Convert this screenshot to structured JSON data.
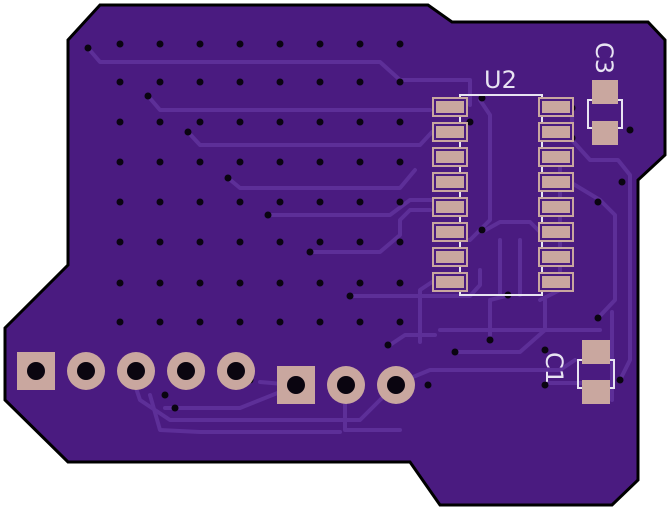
{
  "board": {
    "colors": {
      "substrate": "#4a1b80",
      "copper": "#5d2f98",
      "pad": "#c9a79f",
      "silk": "#e8e4f2",
      "drill": "#0a0510",
      "outline": "#000000"
    }
  },
  "components": {
    "u2": {
      "label": "U2"
    },
    "c3": {
      "label": "C3"
    },
    "c1": {
      "label": "C1"
    }
  },
  "header_left": {
    "pin_count": 5
  },
  "header_right": {
    "pin_count": 3
  }
}
